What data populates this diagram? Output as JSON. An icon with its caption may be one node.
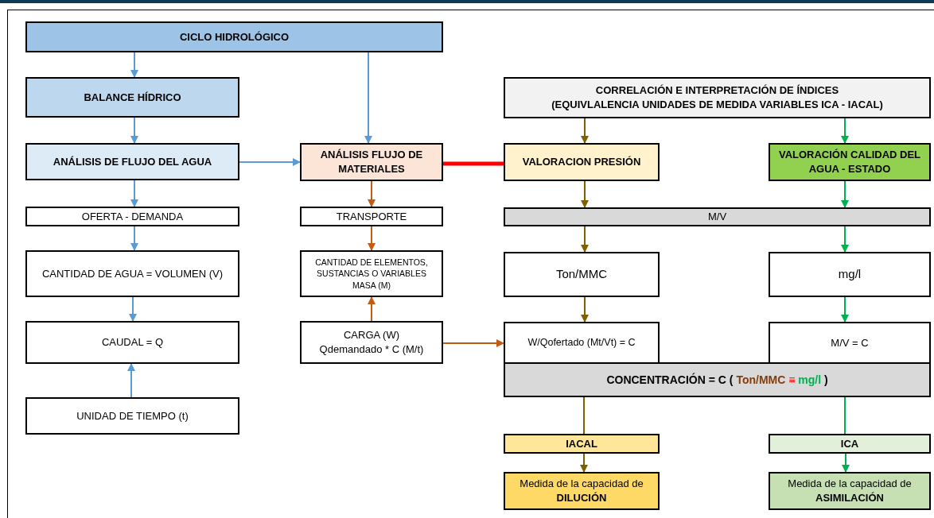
{
  "diagram": {
    "nodes": [
      {
        "text": [
          "CICLO HIDROLÓGICO"
        ]
      },
      {
        "text": [
          "BALANCE HÍDRICO"
        ]
      },
      {
        "text": [
          "ANÁLISIS DE FLUJO DEL AGUA"
        ]
      },
      {
        "text": [
          "OFERTA - DEMANDA"
        ]
      },
      {
        "text": [
          "CANTIDAD DE AGUA = VOLUMEN (V)"
        ]
      },
      {
        "text": [
          "CAUDAL = Q"
        ]
      },
      {
        "text": [
          "UNIDAD DE TIEMPO  (t)"
        ]
      },
      {
        "text": [
          "ANÁLISIS FLUJO DE MATERIALES"
        ]
      },
      {
        "text": [
          "TRANSPORTE"
        ]
      },
      {
        "text": [
          "CANTIDAD DE ELEMENTOS, SUSTANCIAS O VARIABLES MASA (M)"
        ]
      },
      {
        "text": [
          "CARGA (W)",
          "Qdemandado * C (M/t)"
        ]
      },
      {
        "text": [
          "CORRELACIÓN E INTERPRETACIÓN DE ÍNDICES",
          "(EQUIVLALENCIA  UNIDADES DE MEDIDA VARIABLES ICA - IACAL)"
        ]
      },
      {
        "text": [
          "VALORACION PRESIÓN"
        ]
      },
      {
        "text": [
          "VALORACIÓN CALIDAD DEL AGUA - ESTADO"
        ]
      },
      {
        "text": [
          "M/V"
        ]
      },
      {
        "text": [
          "Ton/MMC"
        ]
      },
      {
        "text": [
          "mg/l"
        ]
      },
      {
        "text": [
          "W/Qofertado  (Mt/Vt) = C"
        ]
      },
      {
        "text": [
          "M/V = C"
        ]
      },
      {
        "text": [
          "CONCENTRACIÓN = C ( Ton/MMC ≡ mg/l )"
        ]
      },
      {
        "text": [
          "IACAL"
        ]
      },
      {
        "text": [
          "Medida de la capacidad de **DILUCIÓN**"
        ]
      },
      {
        "text": [
          "ICA"
        ]
      },
      {
        "text": [
          "Medida de la capacidad de **ASIMILACIÓN**"
        ]
      }
    ],
    "edges": [
      {
        "from": 0,
        "to": 1,
        "arrow": "to"
      },
      {
        "from": 0,
        "to": 7,
        "arrow": "to"
      },
      {
        "from": 1,
        "to": 2,
        "arrow": "to"
      },
      {
        "from": 2,
        "to": 3,
        "arrow": "to"
      },
      {
        "from": 3,
        "to": 4,
        "arrow": "to"
      },
      {
        "from": 4,
        "to": 5,
        "arrow": "to"
      },
      {
        "from": 6,
        "to": 5,
        "arrow": "to"
      },
      {
        "from": 2,
        "to": 7,
        "arrow": "to"
      },
      {
        "from": 7,
        "to": 8,
        "arrow": "to",
        "color": "#c55a11"
      },
      {
        "from": 8,
        "to": 9,
        "arrow": "to",
        "color": "#c55a11"
      },
      {
        "from": 10,
        "to": 9,
        "arrow": "to",
        "color": "#c55a11"
      },
      {
        "from": 10,
        "to": 17,
        "arrow": "to",
        "color": "#c55a11"
      },
      {
        "from": 7,
        "to": 12,
        "arrow": "none",
        "style": "thick",
        "color": "#ff0000"
      },
      {
        "from": 11,
        "to": 12,
        "arrow": "to",
        "color": "#7f6000"
      },
      {
        "from": 11,
        "to": 13,
        "arrow": "to",
        "color": "#00b050"
      },
      {
        "from": 12,
        "to": 14,
        "arrow": "to",
        "color": "#7f6000"
      },
      {
        "from": 13,
        "to": 14,
        "arrow": "to",
        "color": "#00b050"
      },
      {
        "from": 14,
        "to": 15,
        "arrow": "to",
        "color": "#7f6000"
      },
      {
        "from": 14,
        "to": 16,
        "arrow": "to",
        "color": "#00b050"
      },
      {
        "from": 15,
        "to": 17,
        "arrow": "to",
        "color": "#7f6000"
      },
      {
        "from": 16,
        "to": 18,
        "arrow": "to",
        "color": "#00b050"
      },
      {
        "from": 19,
        "to": 20,
        "arrow": "none",
        "color": "#7f6000"
      },
      {
        "from": 19,
        "to": 22,
        "arrow": "none",
        "color": "#00b050"
      },
      {
        "from": 20,
        "to": 21,
        "arrow": "to",
        "color": "#7f6000"
      },
      {
        "from": 22,
        "to": 23,
        "arrow": "to",
        "color": "#00b050"
      }
    ]
  }
}
